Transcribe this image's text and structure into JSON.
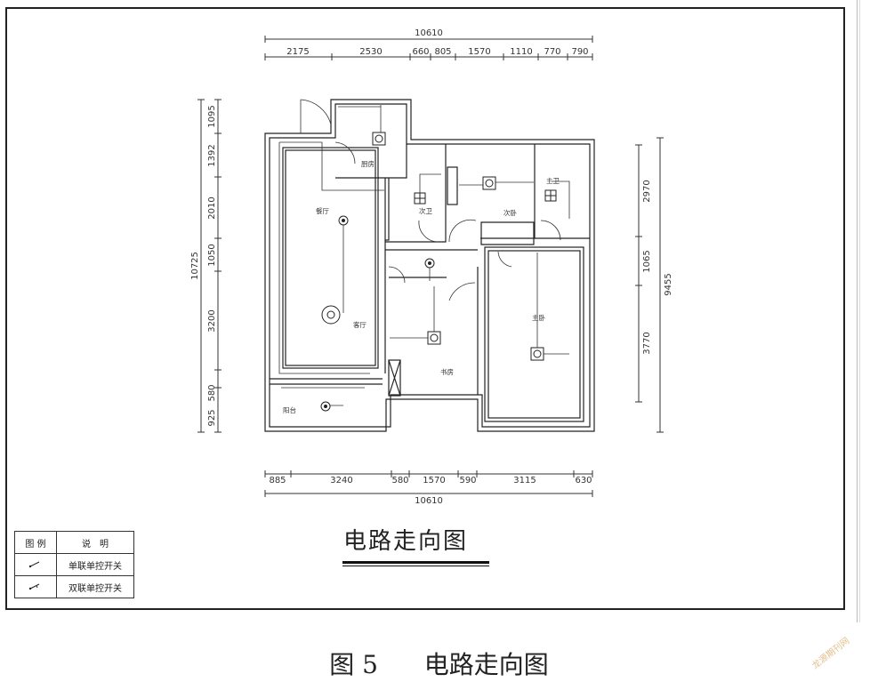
{
  "top_dims": {
    "total": "10610",
    "segments": [
      "2175",
      "2530",
      "660",
      "805",
      "1570",
      "1110",
      "770",
      "790"
    ]
  },
  "bottom_dims": {
    "total": "10610",
    "segments": [
      "885",
      "3240",
      "580",
      "1570",
      "590",
      "3115",
      "630"
    ]
  },
  "left_dims": {
    "total": "10725",
    "segments": [
      "1095",
      "1392",
      "2010",
      "1050",
      "3200",
      "580",
      "925"
    ]
  },
  "right_dims": {
    "total": "9455",
    "segments": [
      "2970",
      "1065",
      "3770"
    ]
  },
  "rooms": {
    "kitchen": "厨房",
    "dining": "餐厅",
    "living": "客厅",
    "second_bath": "次卫",
    "second_bedroom": "次卧",
    "master_bath": "主卫",
    "master_bedroom": "主卧",
    "study": "书房",
    "balcony": "阳台"
  },
  "legend": {
    "header_symbol": "图 例",
    "header_desc": "说　明",
    "rows": [
      {
        "symbol": "single-switch-icon",
        "desc": "单联单控开关"
      },
      {
        "symbol": "double-switch-icon",
        "desc": "双联单控开关"
      }
    ]
  },
  "drawing_title": "电路走向图",
  "caption": {
    "number": "图 5",
    "text": "电路走向图"
  },
  "watermark": "龙源期刊网"
}
